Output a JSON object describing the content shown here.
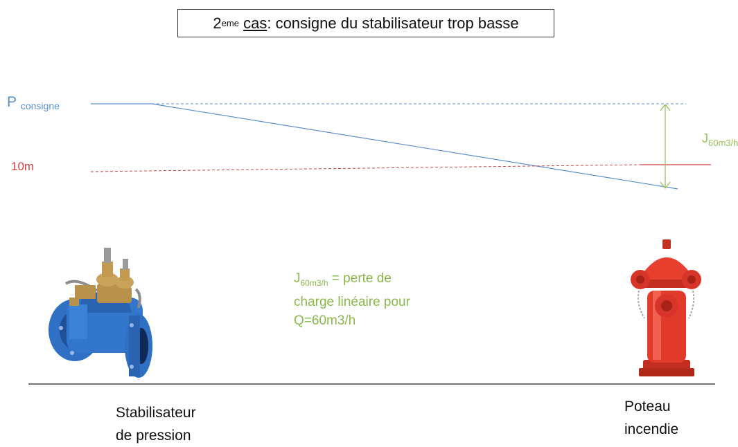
{
  "title": {
    "prefix": "2",
    "superscript": "eme",
    "case_word": "cas",
    "rest": ": consigne du stabilisateur trop basse"
  },
  "labels": {
    "p_consigne_main": "P",
    "p_consigne_sub": "consigne",
    "ten_m": "10m",
    "j_main": "J",
    "j_sub": "60m3/h"
  },
  "description": {
    "j_main": "J",
    "j_sub": "60m3/h",
    "line1_rest": " = perte de",
    "line2": "charge linéaire pour",
    "line3": "Q=60m3/h"
  },
  "captions": {
    "left_line1": "Stabilisateur",
    "left_line2": "de pression",
    "right_line1": "Poteau",
    "right_line2": "incendie"
  },
  "colors": {
    "pressure_line": "#5b8fd0",
    "threshold_line": "#d04040",
    "head_loss": "#9abf55",
    "valve": "#2f6fc4",
    "valve_brass": "#b8914a",
    "hydrant": "#e23a2a"
  }
}
